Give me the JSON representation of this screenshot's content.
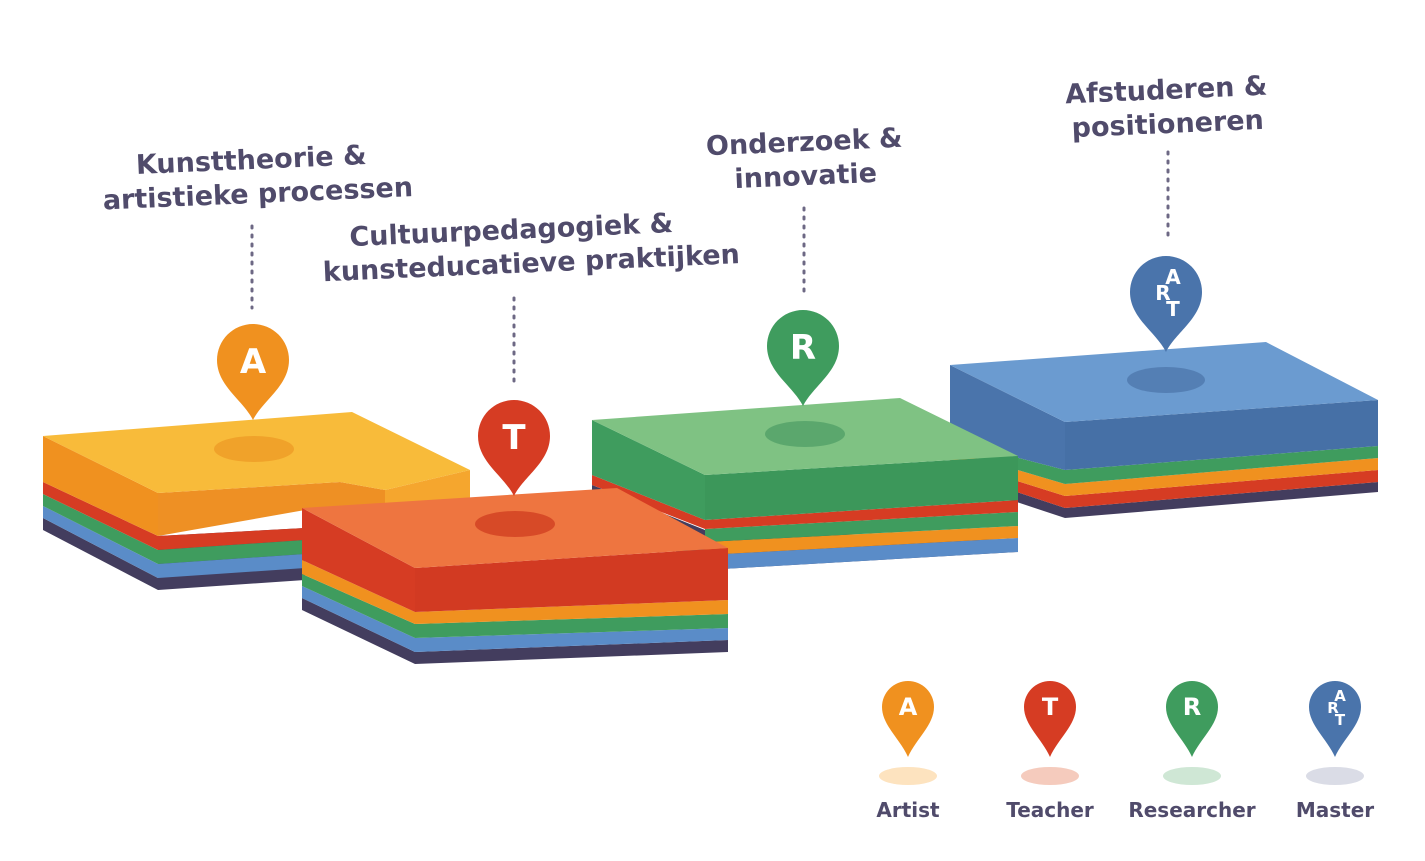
{
  "stages": [
    {
      "id": "A",
      "line1": "Kunsttheorie &",
      "line2": "artistieke processen",
      "pin": "A"
    },
    {
      "id": "T",
      "line1": "Cultuurpedagogiek &",
      "line2": "kunsteducatieve praktijken",
      "pin": "T"
    },
    {
      "id": "R",
      "line1": "Onderzoek &",
      "line2": "innovatie",
      "pin": "R"
    },
    {
      "id": "M",
      "line1": "Afstuderen &",
      "line2": "positioneren",
      "pin_letters": [
        "A",
        "R",
        "T"
      ]
    }
  ],
  "legend": [
    {
      "pin": "A",
      "label": "Artist"
    },
    {
      "pin": "T",
      "label": "Teacher"
    },
    {
      "pin": "R",
      "label": "Researcher"
    },
    {
      "pin_letters": [
        "A",
        "R",
        "T"
      ],
      "label": "Master"
    }
  ],
  "colors": {
    "artist": "#f0911f",
    "teacher": "#d63c23",
    "researcher": "#3f9c5e",
    "master": "#4a74ab",
    "base": "#433d5e",
    "text": "#504b6b"
  }
}
